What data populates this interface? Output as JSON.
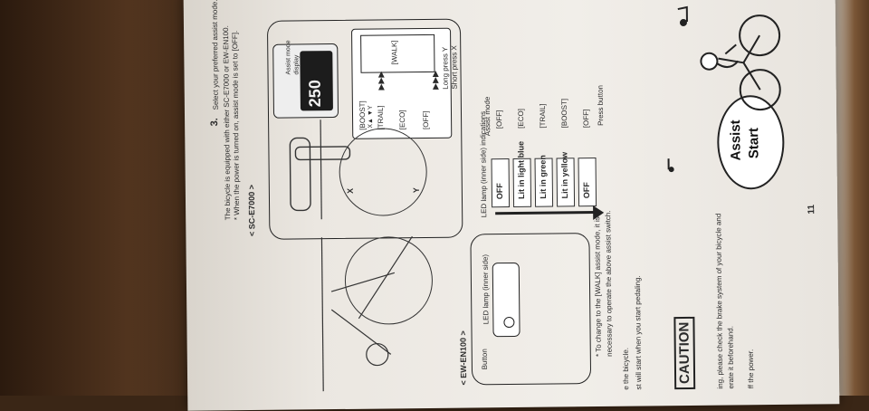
{
  "step": {
    "number": "3.",
    "line1": "Select your preferred assist mode.",
    "line2": "The bicycle is equipped with either SC-E7000 or EW-EN100.",
    "line3": "* When the power is turned on, assist mode is set to [OFF]."
  },
  "sc_e7000": {
    "heading": "< SC-E7000 >",
    "display_label_1": "Assist mode",
    "display_label_2": "display",
    "screen_value": "250",
    "modes_left": [
      "[BOOST]",
      "[TRAIL]",
      "[ECO]",
      "[OFF]"
    ],
    "walk": "[WALK]",
    "x_label": "X",
    "y_label": "Y",
    "xy_label": "X▲ ▼Y",
    "long_press": "Long press Y",
    "short_press": "Short press X",
    "arrow_symbol": "▶▶▶"
  },
  "ew_en100": {
    "heading": "< EW-EN100 >",
    "led_label": "LED lamp (inner side)",
    "button_label": "Button",
    "note_1": "* To change to the [WALK] assist mode, it is",
    "note_2": "necessary to operate the above assist switch."
  },
  "indications": {
    "led_title": "LED lamp (inner side) indications",
    "rows": [
      "OFF",
      "Lit in light blue",
      "Lit in green",
      "Lit in yellow",
      "OFF"
    ],
    "assist_title": "Assist mode",
    "assist_modes": [
      "[OFF]",
      "[ECO]",
      "[TRAIL]",
      "[BOOST]",
      "[OFF]"
    ],
    "press_button": "Press button"
  },
  "caution": {
    "label": "CAUTION",
    "line1": "ing, please check the brake system of your bicycle and",
    "line2": "erate it beforehand.",
    "line3": "ff the power."
  },
  "left_fragments": {
    "line1": "e the bicycle.",
    "line2": "st will start when you start pedaling."
  },
  "bubble": {
    "line1": "Assist",
    "line2": "Start"
  },
  "page_number": "11"
}
